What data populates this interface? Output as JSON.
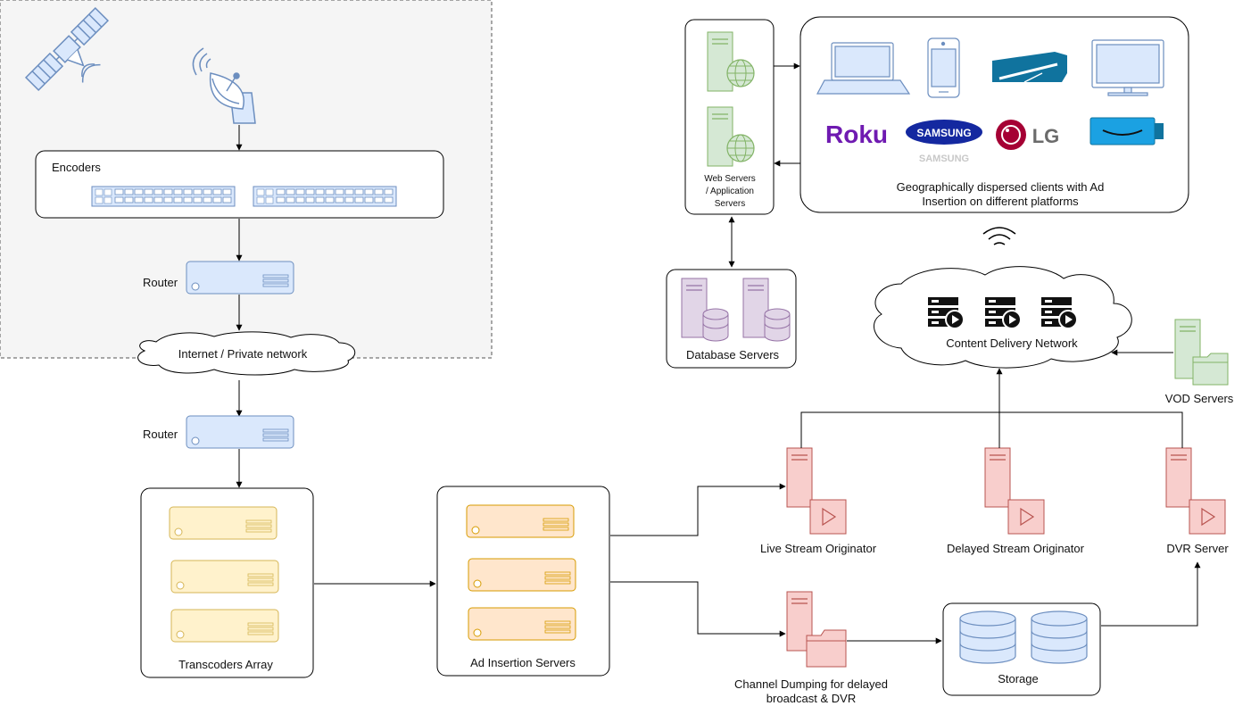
{
  "labels": {
    "encoders": "Encoders",
    "router_top": "Router",
    "internet": "Internet / Private network",
    "router_bottom": "Router",
    "transcoders": "Transcoders Array",
    "ad_insertion": "Ad Insertion Servers",
    "live_stream": "Live Stream Originator",
    "delayed_stream": "Delayed Stream Originator",
    "dvr_server": "DVR Server",
    "channel_dumping_line1": "Channel Dumping for delayed",
    "channel_dumping_line2": "broadcast & DVR",
    "storage": "Storage",
    "cdn": "Content Delivery Network",
    "vod_servers": "VOD Servers",
    "database_servers": "Database Servers",
    "web_servers_line1": "Web Servers",
    "web_servers_line2": "/ Application",
    "web_servers_line3": "Servers",
    "clients_line1": "Geographically dispersed clients with Ad",
    "clients_line2": "Insertion on different platforms"
  },
  "brands": {
    "roku": "Roku",
    "samsung": "SAMSUNG",
    "lg": "LG"
  },
  "colors": {
    "router_fill": "#dae8fc",
    "router_stroke": "#6c8ebf",
    "transcoder_fill": "#fff2cc",
    "transcoder_stroke": "#d6b656",
    "ad_fill": "#ffe6cc",
    "ad_stroke": "#d79b00",
    "originator_fill": "#f8cecc",
    "originator_stroke": "#b85450",
    "web_fill": "#d5e8d4",
    "web_stroke": "#82b366",
    "db_fill": "#e1d5e7",
    "db_stroke": "#9673a6",
    "storage_fill": "#dae8fc",
    "storage_stroke": "#6c8ebf",
    "roku_purple": "#6f1ab1",
    "samsung_blue": "#1428a0",
    "lg_red": "#a50034"
  }
}
